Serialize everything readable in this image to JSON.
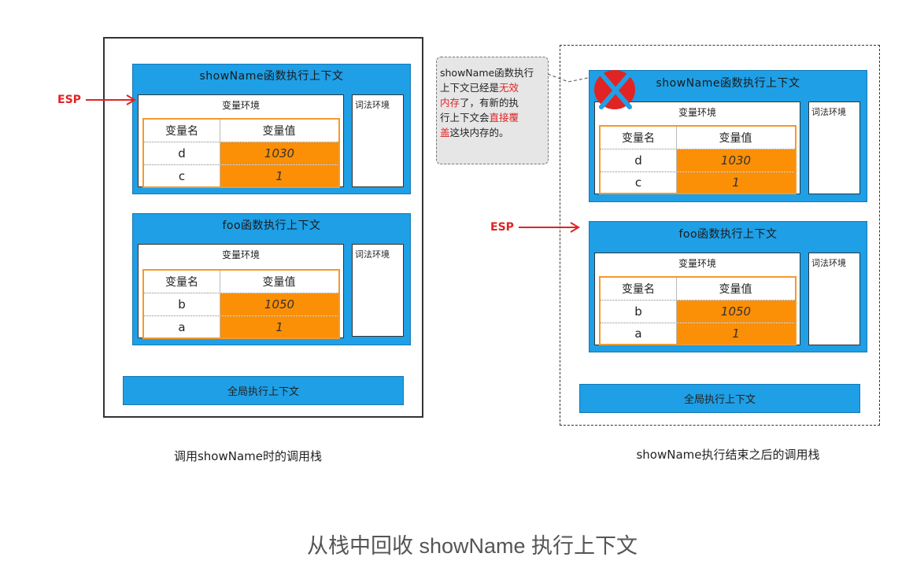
{
  "left_stack": {
    "caption": "调用showName时的调用栈",
    "esp_label": "ESP",
    "contexts": [
      {
        "title": "showName函数执行上下文",
        "var_env_title": "变量环境",
        "lex_env_title": "词法环境",
        "header": [
          "变量名",
          "变量值"
        ],
        "rows": [
          [
            "d",
            "1030"
          ],
          [
            "c",
            "1"
          ]
        ]
      },
      {
        "title": "foo函数执行上下文",
        "var_env_title": "变量环境",
        "lex_env_title": "词法环境",
        "header": [
          "变量名",
          "变量值"
        ],
        "rows": [
          [
            "b",
            "1050"
          ],
          [
            "a",
            "1"
          ]
        ]
      }
    ],
    "global_title": "全局执行上下文"
  },
  "right_stack": {
    "caption": "showName执行结束之后的调用栈",
    "esp_label": "ESP",
    "contexts": [
      {
        "title": "showName函数执行上下文",
        "var_env_title": "变量环境",
        "lex_env_title": "词法环境",
        "header": [
          "变量名",
          "变量值"
        ],
        "rows": [
          [
            "d",
            "1030"
          ],
          [
            "c",
            "1"
          ]
        ]
      },
      {
        "title": "foo函数执行上下文",
        "var_env_title": "变量环境",
        "lex_env_title": "词法环境",
        "header": [
          "变量名",
          "变量值"
        ],
        "rows": [
          [
            "b",
            "1050"
          ],
          [
            "a",
            "1"
          ]
        ]
      }
    ],
    "global_title": "全局执行上下文"
  },
  "note": {
    "line1": "showName函数执行",
    "line2_a": "上下文已经是",
    "line2_b": "无效",
    "line3_a": "内存",
    "line3_b": "了，有新的执",
    "line4_a": "行上下文会",
    "line4_b": "直接覆",
    "line5_a": "盖",
    "line5_b": "这块内存的。"
  },
  "footer_caption": "从栈中回收 showName 执行上下文",
  "colors": {
    "context_blue": "#1e9fe6",
    "value_orange": "#fb8f06",
    "table_border": "#f39a2c",
    "esp_red": "#e02424",
    "note_gray": "#e6e6e6"
  }
}
